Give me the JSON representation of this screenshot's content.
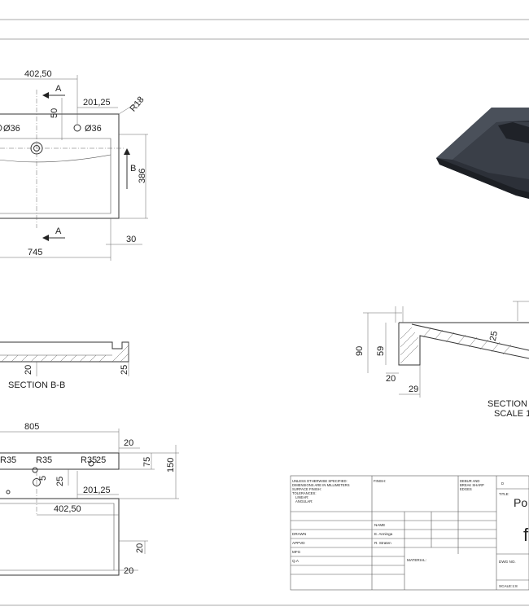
{
  "top_view": {
    "dim_402_50": "402,50",
    "dim_201_25": "201,25",
    "dim_r18": "R18",
    "dim_50": "50",
    "dim_d36_left": "Ø36",
    "dim_d36_right": "Ø36",
    "dim_386": "386",
    "dim_30": "30",
    "dim_745": "745",
    "section_label_a_top": "A",
    "section_label_a_bottom": "A",
    "section_label_b": "B"
  },
  "section_bb": {
    "title": "SECTION B-B",
    "dim_20": "20",
    "dim_25": "25"
  },
  "section_aa": {
    "title_line1": "SECTION",
    "title_line2": "SCALE 1",
    "dim_90": "90",
    "dim_59": "59",
    "dim_20": "20",
    "dim_29": "29",
    "dim_25": "25"
  },
  "bottom_view": {
    "dim_805": "805",
    "dim_20_top": "20",
    "dim_r35_a": "R35",
    "dim_r35_b": "R35",
    "dim_r35_c": "R35",
    "dim_25_top": "25",
    "dim_75": "75",
    "dim_150": "150",
    "dim_5": "5",
    "dim_25_mid": "25",
    "dim_201_25": "201,25",
    "dim_402_50": "402,50",
    "dim_20_bottom_a": "20",
    "dim_20_bottom_b": "20"
  },
  "title_block": {
    "notes": [
      "UNLESS OTHERWISE SPECIFIED:",
      "DIMENSIONS ARE IN MILLIMETERS",
      "SURFACE FINISH:",
      "TOLERANCES:",
      "LINEAR:",
      "ANGULAR:"
    ],
    "finish_label": "FINISH:",
    "deburr": [
      "DEBUR AND",
      "BREAK SHARP",
      "EDGES"
    ],
    "dr_label": "D",
    "title_label": "TITLE:",
    "title_value": "Po",
    "name_header": "NAME",
    "drawn_label": "DRAWN",
    "drawn_name": "E. Anninga",
    "appvd_label": "APPVD",
    "appvd_name": "R. Straten",
    "mfg_label": "MFG",
    "qa_label": "Q.A",
    "material_label": "MATERIAL:",
    "dwg_no_label": "DWG NO.",
    "scale_label": "SCALE:1:8",
    "logo_char": "f"
  }
}
